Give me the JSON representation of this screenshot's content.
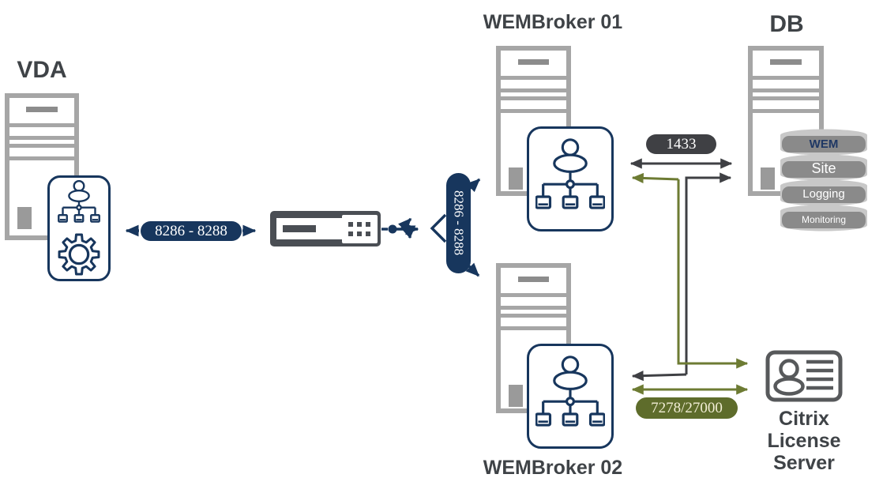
{
  "colors": {
    "navy": "#17365d",
    "dark": "#3f4044",
    "olive": "#6d7b33",
    "olive_pill": "#5e6c2b",
    "tower_gray": "#a6a6a6",
    "lb_dark": "#4a4e54",
    "title": "#3f4347",
    "disk_silver": "#c8c8c8",
    "disk_body": "#8a8a8a",
    "wem_label": "#1f3864",
    "cream": "#f2eed6"
  },
  "nodes": {
    "vda": {
      "label": "VDA"
    },
    "wembroker01": {
      "label": "WEMBroker 01"
    },
    "wembroker02": {
      "label": "WEMBroker 02"
    },
    "db": {
      "label": "DB",
      "disks": [
        {
          "label": "WEM"
        },
        {
          "label": "Site"
        },
        {
          "label": "Logging"
        },
        {
          "label": "Monitoring"
        }
      ]
    },
    "license_server": {
      "line1": "Citrix",
      "line2": "License Server"
    }
  },
  "connections": [
    {
      "from": "VDA",
      "to": "Load Balancer",
      "ports": "8286 - 8288",
      "color": "navy"
    },
    {
      "from": "Load Balancer",
      "to": "WEMBroker 01 / WEMBroker 02",
      "ports": "8286 - 8288",
      "color": "navy"
    },
    {
      "from": "WEMBroker 01 / WEMBroker 02",
      "to": "DB",
      "ports": "1433",
      "color": "dark"
    },
    {
      "from": "WEMBroker 01 / WEMBroker 02",
      "to": "Citrix License Server",
      "ports": "7278/27000",
      "color": "olive"
    }
  ]
}
